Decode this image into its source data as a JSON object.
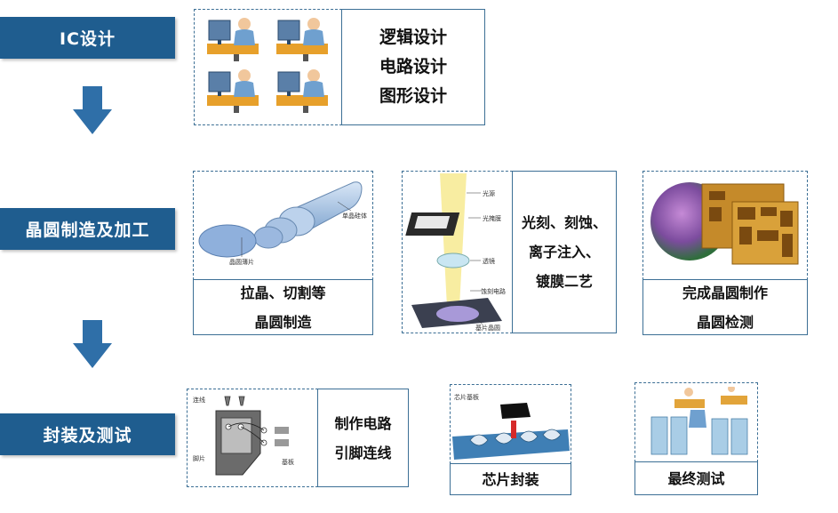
{
  "stages": {
    "ic_design": "IC设计",
    "wafer": "晶圆制造及加工",
    "package_test": "封装及测试"
  },
  "design": {
    "lines": [
      "逻辑设计",
      "电路设计",
      "图形设计"
    ]
  },
  "wafer": {
    "box1": {
      "lines": [
        "拉晶、切割等",
        "晶圆制造"
      ],
      "labels": {
        "ingot": "单晶硅体",
        "slice": "晶圆薄片"
      }
    },
    "box2": {
      "lines": [
        "光刻、刻蚀、",
        "离子注入、",
        "镀膜二艺"
      ],
      "labels": {
        "light": "光源",
        "mask": "光掩膜",
        "lens": "透镜",
        "circuit": "蚀刻电路",
        "wafer": "基片晶圆"
      }
    },
    "box3": {
      "lines": [
        "完成晶圆制作",
        "晶圆检测"
      ]
    }
  },
  "package": {
    "box1": {
      "lines": [
        "制作电路",
        "引脚连线"
      ],
      "labels": {
        "wire": "连线",
        "pin": "脚片",
        "base": "基板"
      }
    },
    "box2": {
      "label": "芯片封装",
      "tag": "芯片基板"
    },
    "box3": {
      "label": "最终测试"
    }
  },
  "colors": {
    "stage_bg": "#1f5d8f",
    "arrow": "#2f6fa8",
    "border": "#3c6f95"
  }
}
